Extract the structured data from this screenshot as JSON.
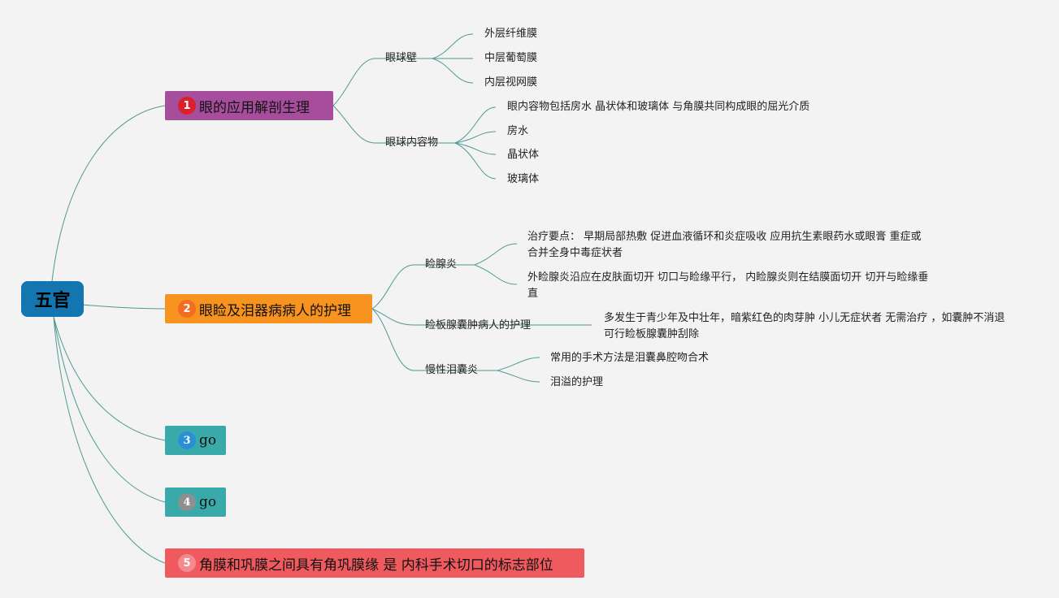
{
  "root": {
    "label": "五官"
  },
  "branches": [
    {
      "num": "1",
      "label": "眼的应用解剖生理",
      "children": [
        {
          "label": "眼球壁",
          "children": [
            "外层纤维膜",
            "中层葡萄膜",
            "内层视网膜"
          ]
        },
        {
          "label": "眼球内容物",
          "children": [
            "眼内容物包括房水 晶状体和玻璃体 与角膜共同构成眼的屈光介质",
            "房水",
            "晶状体",
            "玻璃体"
          ]
        }
      ]
    },
    {
      "num": "2",
      "label": "眼睑及泪器病病人的护理",
      "children": [
        {
          "label": "睑腺炎",
          "children": [
            "治疗要点： 早期局部热敷 促进血液循环和炎症吸收 应用抗生素眼药水或眼膏 重症或合并全身中毒症状者",
            "外睑腺炎沿应在皮肤面切开 切口与睑缘平行， 内睑腺炎则在结膜面切开 切开与睑缘垂直"
          ]
        },
        {
          "label": "睑板腺囊肿病人的护理",
          "children": [
            "多发生于青少年及中壮年，暗紫红色的肉芽肿 小儿无症状者 无需治疗 ，如囊肿不消退可行睑板腺囊肿刮除"
          ]
        },
        {
          "label": "慢性泪囊炎",
          "children": [
            "常用的手术方法是泪囊鼻腔吻合术",
            "泪溢的护理"
          ]
        }
      ]
    },
    {
      "num": "3",
      "label": "go"
    },
    {
      "num": "4",
      "label": "go"
    },
    {
      "num": "5",
      "label": "角膜和巩膜之间具有角巩膜缘 是 内科手术切口的标志部位"
    }
  ]
}
